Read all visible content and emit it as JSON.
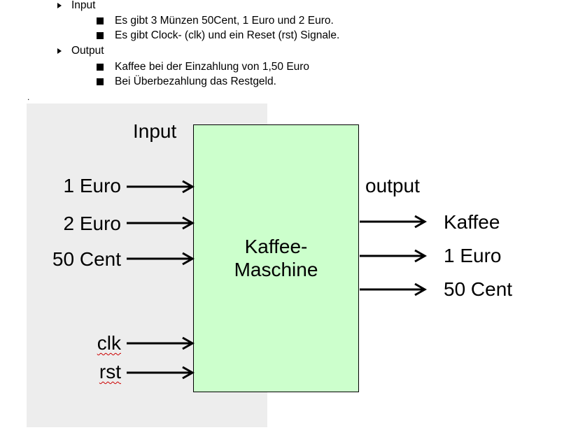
{
  "spec": {
    "input_heading": "Input",
    "input_items": [
      "Es gibt 3 Münzen 50Cent, 1 Euro und 2 Euro.",
      "Es gibt Clock- (clk) und ein Reset (rst) Signale."
    ],
    "output_heading": "Output",
    "output_items": [
      "Kaffee bei der Einzahlung von 1,50 Euro",
      "Bei Überbezahlung das Restgeld."
    ],
    "stray_mark": "."
  },
  "diagram": {
    "input_label": "Input",
    "output_label": "output",
    "machine_label_line1": "Kaffee-",
    "machine_label_line2": "Maschine",
    "inputs": [
      "1 Euro",
      "2 Euro",
      "50 Cent",
      "clk",
      "rst"
    ],
    "outputs": [
      "Kaffee",
      "1 Euro",
      "50 Cent"
    ]
  }
}
